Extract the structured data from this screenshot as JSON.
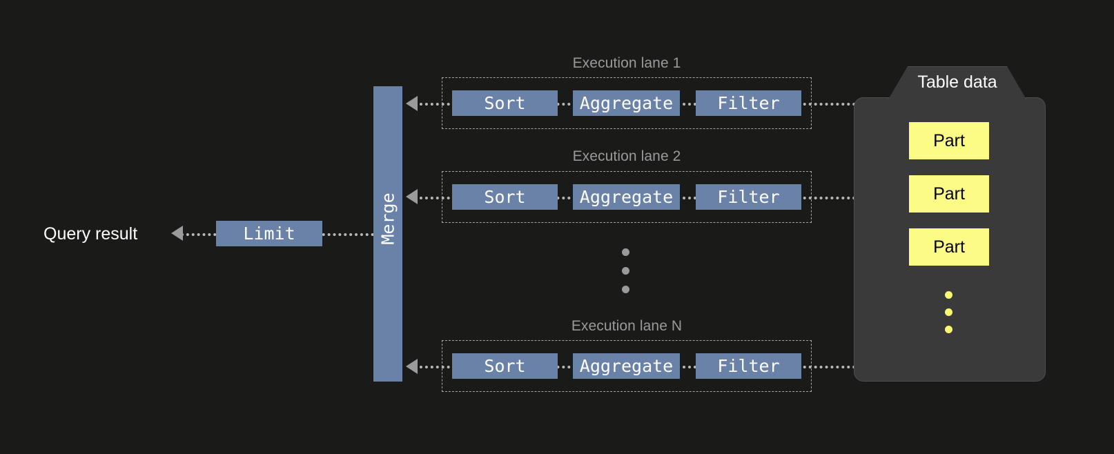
{
  "diagram": {
    "background_color": "#1a1a19",
    "accent_blue": "#6a82a8",
    "accent_yellow": "#fbfb85",
    "label_gray": "#9a9a9a"
  },
  "output": {
    "query_result_label": "Query result",
    "limit_label": "Limit"
  },
  "merge": {
    "label": "Merge"
  },
  "lanes": [
    {
      "label": "Execution lane 1",
      "stages": [
        "Sort",
        "Aggregate",
        "Filter"
      ]
    },
    {
      "label": "Execution lane 2",
      "stages": [
        "Sort",
        "Aggregate",
        "Filter"
      ]
    },
    {
      "label": "Execution lane N",
      "stages": [
        "Sort",
        "Aggregate",
        "Filter"
      ]
    }
  ],
  "lane_ellipsis": {
    "dot_count": 3,
    "color": "#9a9a9a"
  },
  "table_data": {
    "title": "Table data",
    "parts": [
      "Part",
      "Part",
      "Part"
    ],
    "ellipsis": {
      "dot_count": 3,
      "color": "#f9f871"
    }
  }
}
